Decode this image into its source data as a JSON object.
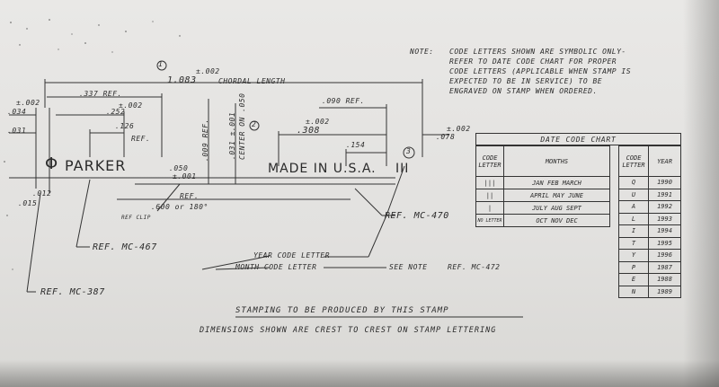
{
  "note": {
    "label": "NOTE:",
    "lines": [
      "CODE LETTERS SHOWN ARE SYMBOLIC ONLY-",
      "REFER TO DATE CODE CHART FOR PROPER",
      "CODE LETTERS (APPLICABLE WHEN STAMP IS",
      "EXPECTED TO BE IN SERVICE) TO BE",
      "ENGRAVED ON STAMP WHEN ORDERED."
    ]
  },
  "dimensions": {
    "circle_1": "1",
    "chordal_tol": "±.002",
    "chordal_value": "1.083",
    "chordal_label": "CHORDAL LENGTH",
    "d337": ".337 REF.",
    "d252_tol": "±.002",
    "d252": ".252",
    "d126": ".126",
    "d126_ref": "REF.",
    "d034_tol": "±.002",
    "d034": ".034",
    "d031": ".031",
    "d090": ".090 REF.",
    "d308_tol": "±.002",
    "d308": ".308",
    "d154": ".154",
    "d078_tol": "±.002",
    "d078": ".078",
    "circle_3": "3",
    "circle_2": "2",
    "v_center": ".031 ±.001",
    "v_center_label": "CENTER ON .050",
    "v_009": ".009 REF.",
    "d050": ".050",
    "d050_tol": "±.001",
    "d012": ".012",
    "d015": ".015",
    "radius_ref": "REF.",
    "radius": ".600 or 180°",
    "ref_clip": "REF CLIP"
  },
  "stamp": {
    "phi": "Φ",
    "brand": "PARKER",
    "made_in": "MADE IN U.S.A.",
    "code_marks": "III"
  },
  "refs": {
    "mc467": "REF. MC-467",
    "mc387": "REF. MC-387",
    "mc470": "REF. MC-470",
    "year_code": "YEAR  CODE LETTER",
    "month_code": "MONTH  CODE LETTER",
    "see_note": "SEE NOTE",
    "mc472": "REF. MC-472"
  },
  "date_code_chart": {
    "title": "DATE CODE CHART",
    "month_headers": [
      "CODE LETTER",
      "MONTHS"
    ],
    "year_headers": [
      "CODE LETTER",
      "YEAR"
    ],
    "month_rows": [
      {
        "code": "|||",
        "months": "JAN FEB MARCH"
      },
      {
        "code": "||",
        "months": "APRIL MAY JUNE"
      },
      {
        "code": "|",
        "months": "JULY AUG SEPT"
      },
      {
        "code": "NO LETTER",
        "months": "OCT NOV DEC"
      }
    ],
    "year_rows": [
      {
        "code": "Q",
        "year": "1990"
      },
      {
        "code": "U",
        "year": "1991"
      },
      {
        "code": "A",
        "year": "1992"
      },
      {
        "code": "L",
        "year": "1993"
      },
      {
        "code": "I",
        "year": "1994"
      },
      {
        "code": "T",
        "year": "1995"
      },
      {
        "code": "Y",
        "year": "1996"
      },
      {
        "code": "P",
        "year": "1987"
      },
      {
        "code": "E",
        "year": "1988"
      },
      {
        "code": "N",
        "year": "1989"
      }
    ]
  },
  "footer": {
    "line1": "STAMPING TO BE PRODUCED BY THIS STAMP",
    "line2": "DIMENSIONS SHOWN ARE CREST TO CREST ON STAMP LETTERING"
  },
  "colors": {
    "paper": "#e6e5e3",
    "ink": "#2a2a2a",
    "background": "#7b7a78"
  }
}
